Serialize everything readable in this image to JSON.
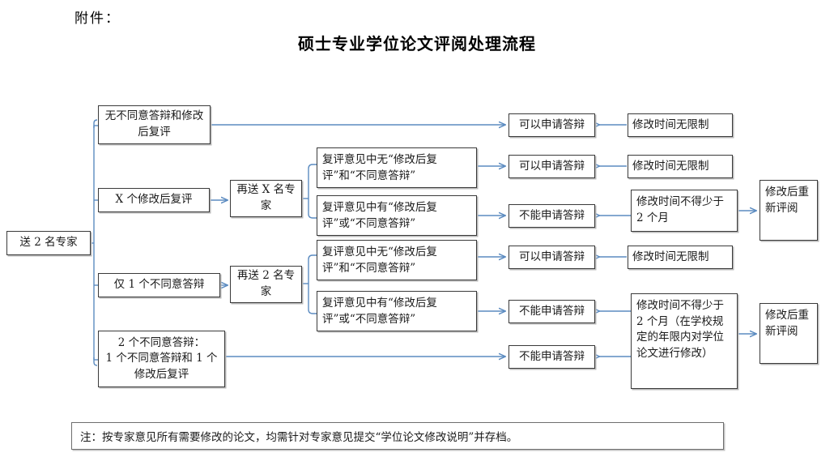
{
  "header": {
    "attachment_label": "附件：",
    "title": "硕士专业学位论文评阅处理流程"
  },
  "colors": {
    "connector": "#5b8bc0",
    "box_border": "#3a3a3a",
    "box_shadow": "#b9b9b9",
    "text": "#1a1a1a",
    "background": "#ffffff"
  },
  "nodes": {
    "start": "送 2 名专家",
    "branch_none": "无不同意答辩和修改后复评",
    "branch_x_revise": "X 个修改后复评",
    "branch_one_disagree": "仅 1 个不同意答辩",
    "branch_two_disagree": "2 个不同意答辩：\n1 个不同意答辩和 1 个修改后复评",
    "resend_x": "再送 X 名专家",
    "resend_2": "再送 2 名专家",
    "review_x_none": "复评意见中无“修改后复评”和“不同意答辩”",
    "review_x_has": "复评意见中有“修改后复评”或“不同意答辩”",
    "review_2_none": "复评意见中无“修改后复评”和“不同意答辩”",
    "review_2_has": "复评意见中有“修改后复评”或“不同意答辩”",
    "result_allow_1": "可以申请答辩",
    "result_allow_2": "可以申请答辩",
    "result_deny_1": "不能申请答辩",
    "result_allow_3": "可以申请答辩",
    "result_deny_2": "不能申请答辩",
    "result_deny_3": "不能申请答辩",
    "time_unlimited_1": "修改时间无限制",
    "time_unlimited_2": "修改时间无限制",
    "time_unlimited_3": "修改时间无限制",
    "time_min_2months": "修改时间不得少于 2 个月",
    "time_min_2months_long": "修改时间不得少于 2 个月（在学校规定的年限内对学位论文进行修改）",
    "rereview_1": "修改后重新评阅",
    "rereview_2": "修改后重新评阅"
  },
  "note": {
    "text": "注：按专家意见所有需要修改的论文，均需针对专家意见提交“学位论文修改说明”并存档。"
  }
}
